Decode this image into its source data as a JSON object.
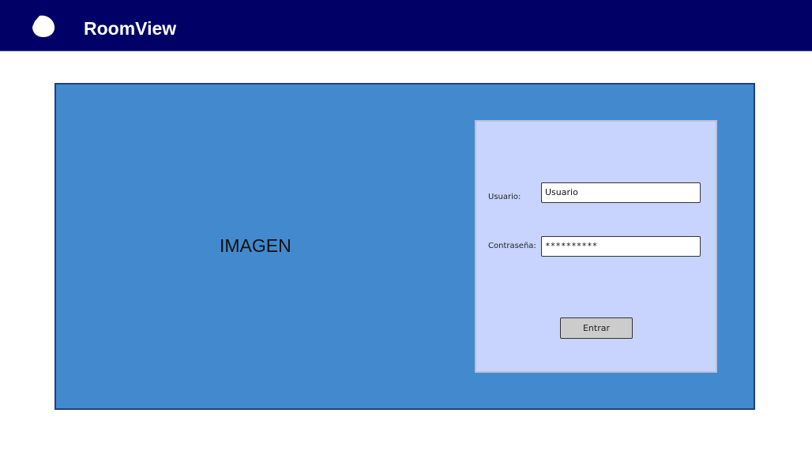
{
  "header": {
    "app_title": "RoomView",
    "logo_icon": "circle-logo-icon",
    "background_color": "#000066"
  },
  "main": {
    "image_placeholder_text": "IMAGEN",
    "panel_color": "#4389ce"
  },
  "login": {
    "card_color": "#c8d4fe",
    "username_label": "Usuario:",
    "username_value": "Usuario",
    "password_label": "Contraseña:",
    "password_value": "**********",
    "submit_label": "Entrar"
  }
}
